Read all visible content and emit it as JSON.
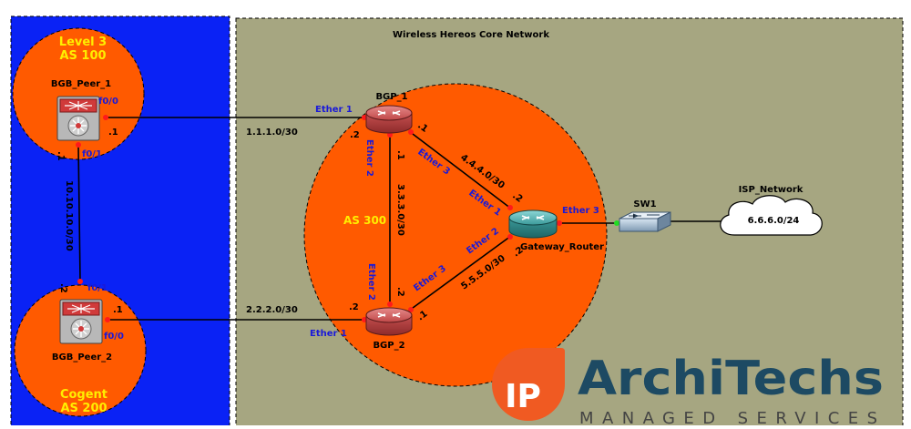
{
  "zones": {
    "core_title": "Wireless Hereos Core Network",
    "level3_name": "Level 3",
    "level3_as": "AS 100",
    "cogent_name": "Cogent",
    "cogent_as": "AS 200",
    "core_as": "AS 300"
  },
  "devices": {
    "bgb_peer_1": "BGB_Peer_1",
    "bgb_peer_2": "BGB_Peer_2",
    "bgp_1": "BGP_1",
    "bgp_2": "BGP_2",
    "gateway_router": "Gateway_Router",
    "sw1": "SW1",
    "isp_network": "ISP_Network",
    "isp_subnet": "6.6.6.0/24"
  },
  "links": {
    "peer1_bgp1": {
      "subnet": "1.1.1.0/30",
      "left_port": "f0/0",
      "left_host": ".1",
      "right_port": "Ether 1",
      "right_host": ".2"
    },
    "peer2_bgp2": {
      "subnet": "2.2.2.0/30",
      "left_port": "f0/0",
      "left_host": ".1",
      "right_port": "Ether 1",
      "right_host": ".2"
    },
    "peer1_peer2": {
      "subnet": "10.10.10.0/30",
      "top_port": "f0/1",
      "top_host": ".1",
      "bottom_port": "f0/1",
      "bottom_host": ".2"
    },
    "bgp1_bgp2": {
      "subnet": "3.3.3.0/30",
      "top_port": "Ether 2",
      "top_host": ".1",
      "bottom_port": "Ether 2",
      "bottom_host": ".2"
    },
    "bgp1_gw": {
      "subnet": "4.4.4.0/30",
      "bgp_port": "Ether 3",
      "bgp_host": ".1",
      "gw_port": "Ether 1",
      "gw_host": ".2"
    },
    "bgp2_gw": {
      "subnet": "5.5.5.0/30",
      "bgp_port": "Ether 3",
      "bgp_host": ".1",
      "gw_port": "Ether 2",
      "gw_host": ".2"
    },
    "gw_sw1": {
      "gw_port": "Ether 3"
    }
  },
  "logo": {
    "mark": "IP",
    "word": "ArchiTechs",
    "tagline": "MANAGED SERVICES"
  },
  "colors": {
    "blue_zone": "#0a22f5",
    "core_zone": "#a6a681",
    "as_circle": "#ff5a00",
    "logo_orange": "#f05a22",
    "logo_blue": "#1d4a63",
    "link": "#000000",
    "port_dot": "#ff1a1a"
  }
}
